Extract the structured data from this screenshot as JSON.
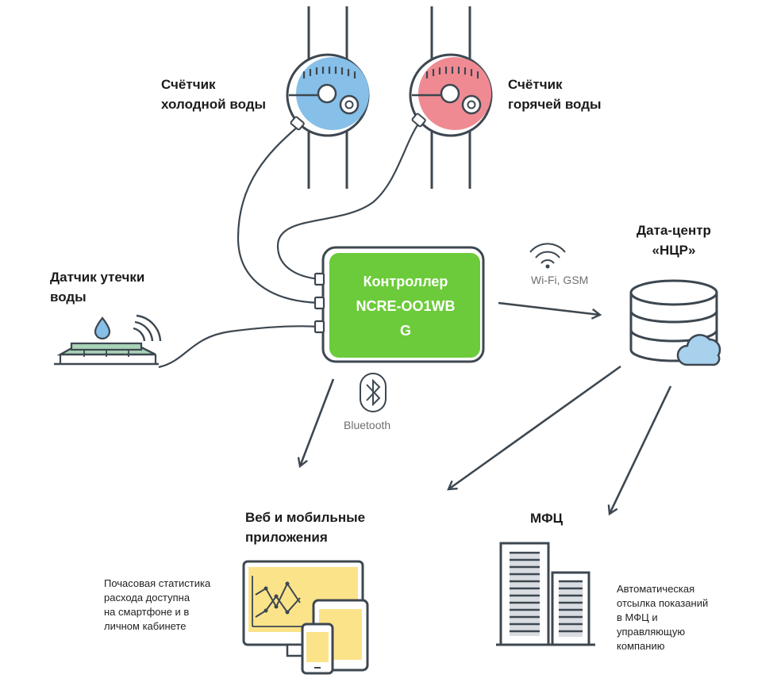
{
  "labels": {
    "cold_meter": [
      "Счётчик",
      "холодной воды"
    ],
    "hot_meter": [
      "Счётчик",
      "горячей воды"
    ],
    "leak_sensor": [
      "Датчик утечки",
      "воды"
    ],
    "controller": [
      "Контроллер",
      "NCRE-OO1WB",
      "G"
    ],
    "datacenter": [
      "Дата-центр",
      "«НЦР»"
    ],
    "wifi": "Wi-Fi, GSM",
    "bluetooth": "Bluetooth",
    "apps": [
      "Веб и мобильные",
      "приложения"
    ],
    "mfc": "МФЦ",
    "apps_note": [
      "Почасовая статистика",
      "расхода доступна",
      "на  смартфоне и в",
      "личном кабинете"
    ],
    "mfc_note": [
      "Автоматическая",
      "отсылка показаний",
      "в МФЦ и",
      "управляющую",
      "компанию"
    ]
  },
  "icons": [
    "cold-water-meter-icon",
    "hot-water-meter-icon",
    "leak-sensor-icon",
    "wifi-icon",
    "bluetooth-icon",
    "database-icon",
    "cloud-icon",
    "monitor-icon",
    "tablet-icon",
    "phone-icon",
    "buildings-icon"
  ],
  "colors": {
    "line": "#3d4750",
    "controller": "#6ccb3a",
    "cold": "#86bfe8",
    "hot": "#ef8a93",
    "sensor": "#a9d3b6",
    "cloud": "#a8d1ee",
    "monitor": "#fbe38a"
  }
}
